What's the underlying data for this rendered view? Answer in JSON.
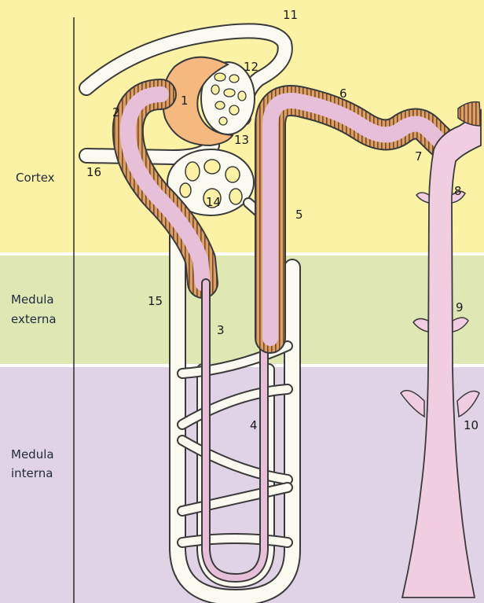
{
  "colors": {
    "cortex": "#fbf2a6",
    "medula_externa": "#dfe8b5",
    "medula_interna": "#dfd3e5",
    "divider": "#ffffff",
    "epithelium": "#d9a06a",
    "lumen": "#e8bfd9",
    "capsule": "#f5b980",
    "vessel": "#fbfaf0",
    "collecting_duct": "#f1cde2"
  },
  "zones": {
    "cortex": "Cortex",
    "medula_externa_1": "Medula",
    "medula_externa_2": "externa",
    "medula_interna_1": "Medula",
    "medula_interna_2": "interna"
  },
  "numbers": [
    "1",
    "2",
    "3",
    "4",
    "5",
    "6",
    "7",
    "8",
    "9",
    "10",
    "11",
    "12",
    "13",
    "14",
    "15",
    "16"
  ]
}
